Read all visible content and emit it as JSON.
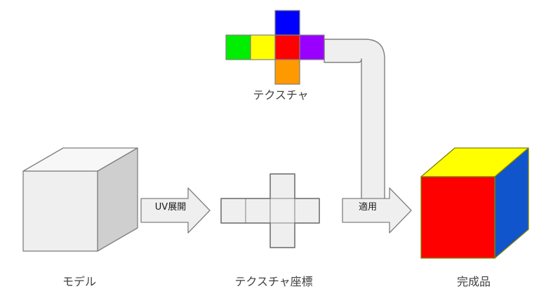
{
  "diagram": {
    "title_visible": false,
    "background": "#ffffff",
    "stages": [
      {
        "id": "model",
        "caption": "モデル",
        "kind": "cube-3d",
        "colors": {
          "front": "#efefef",
          "top": "#f7f7f7",
          "side": "#cfcfcf",
          "stroke": "#808080"
        }
      },
      {
        "id": "texture",
        "caption": "テクスチャ",
        "kind": "cube-net-cross",
        "cells": [
          {
            "position": "top",
            "color": "#0000ff",
            "name": "blue-face"
          },
          {
            "position": "row-col1",
            "color": "#00ee00",
            "name": "green-face"
          },
          {
            "position": "row-col2",
            "color": "#ffff00",
            "name": "yellow-face"
          },
          {
            "position": "row-col3",
            "color": "#ff0000",
            "name": "red-face"
          },
          {
            "position": "row-col4",
            "color": "#9900ff",
            "name": "purple-face"
          },
          {
            "position": "bottom",
            "color": "#ff9900",
            "name": "orange-face"
          }
        ],
        "stroke": "#808080"
      },
      {
        "id": "texture-coordinates",
        "caption": "テクスチャ座標",
        "kind": "cube-net-cross",
        "cells": [
          {
            "position": "top",
            "color": "#efefef",
            "name": "uv-top-face"
          },
          {
            "position": "row-col1",
            "color": "#efefef",
            "name": "uv-face-1"
          },
          {
            "position": "row-col2",
            "color": "#efefef",
            "name": "uv-face-2"
          },
          {
            "position": "row-col3",
            "color": "#efefef",
            "name": "uv-face-3"
          },
          {
            "position": "row-col4",
            "color": "#efefef",
            "name": "uv-face-4"
          },
          {
            "position": "bottom",
            "color": "#efefef",
            "name": "uv-bottom-face"
          }
        ],
        "stroke": "#808080"
      },
      {
        "id": "result",
        "caption": "完成品",
        "kind": "cube-3d",
        "colors": {
          "front": "#ff0000",
          "top": "#ffff00",
          "side": "#1155cc",
          "stroke": "#808000"
        }
      }
    ],
    "arrows": [
      {
        "id": "uv-unwrap",
        "label": "UV展開",
        "direction": "right",
        "fill": "#efefef",
        "stroke": "#808080"
      },
      {
        "id": "apply",
        "label": "適用",
        "direction": "right",
        "fill": "#efefef",
        "stroke": "#808080"
      }
    ],
    "connectors": [
      {
        "id": "texture-to-apply",
        "kind": "elbow-pipe",
        "from": "texture",
        "to": "apply-arrow",
        "fill": "#efefef",
        "stroke": "#808080"
      }
    ]
  }
}
